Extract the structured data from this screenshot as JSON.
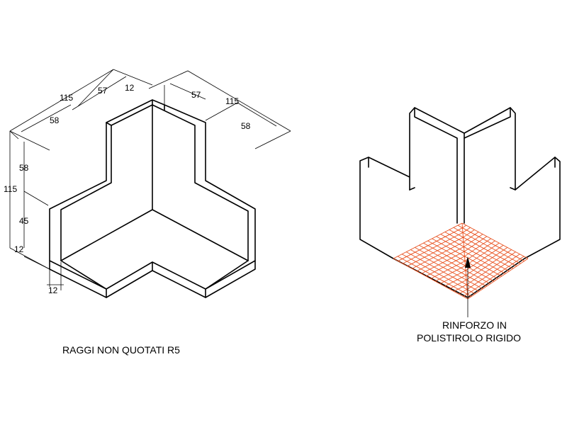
{
  "left_view": {
    "dims": {
      "total_width_left": "115",
      "inner_left": "57",
      "thickness_top": "12",
      "inner_right": "57",
      "total_width_right": "115",
      "depth_left": "58",
      "depth_right": "58",
      "total_height": "115",
      "height_upper": "58",
      "height_middle": "45",
      "height_base": "12",
      "base_thickness": "12"
    },
    "note": "RAGGI NON QUOTATI R5"
  },
  "right_view": {
    "label_line1": "RINFORZO IN",
    "label_line2": "POLISTIROLO RIGIDO",
    "hatch_color": "#e8501e"
  },
  "colors": {
    "line": "#000000",
    "background": "#ffffff"
  }
}
